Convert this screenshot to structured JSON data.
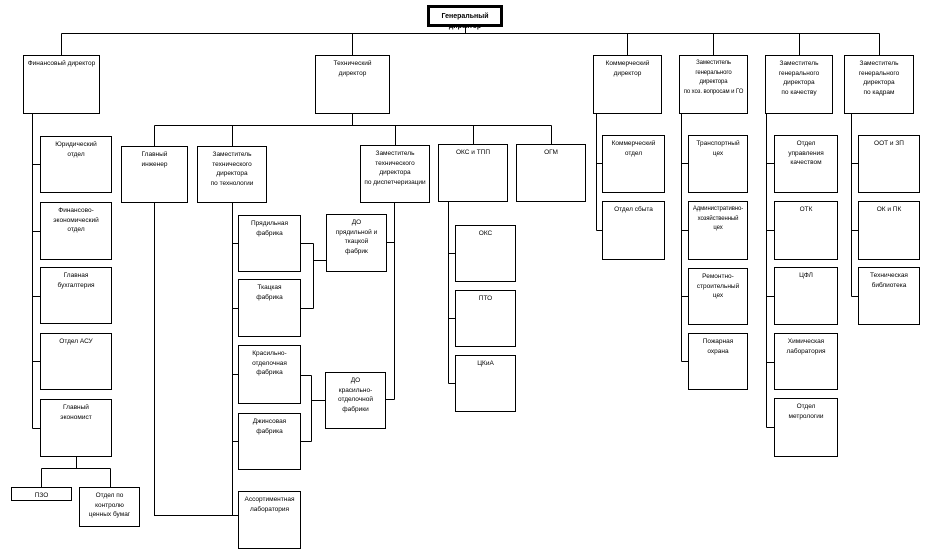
{
  "org": {
    "root": "Генеральный директор",
    "fin": {
      "head": "Финансовый директор",
      "units": [
        "Юридический\nотдел",
        "Финансово-\nэкономический\nотдел",
        "Главная\nбухгалтерия",
        "Отдел АСУ",
        "Главный\nэкономист"
      ],
      "economist_units": [
        "ПЗО",
        "Отдел по\nконтролю\nценных бумаг"
      ]
    },
    "tech": {
      "head": "Технический\nдиректор",
      "deputies": [
        "Главный\nинженер",
        "Заместитель\nтехнического\nдиректора\nпо технологии",
        "Заместитель\nтехнического\nдиректора\nпо диспетчеризации",
        "ОКС и ТПП",
        "ОГМ"
      ],
      "factories": [
        "Прядильная\nфабрика",
        "Ткацкая\nфабрика",
        "Красильно-\nотделочная\nфабрика",
        "Джинсовая\nфабрика",
        "Ассортиментная\nлаборатория"
      ],
      "do_units": [
        "ДО\nпрядильной и\nткацкой\nфабрик",
        "ДО\nкрасильно-\nотделочной\nфабрики"
      ],
      "oks_units": [
        "ОКС",
        "ПТО",
        "ЦКиА"
      ]
    },
    "comm": {
      "head": "Коммерческий\nдиректор",
      "units": [
        "Коммерческий отдел",
        "Отдел сбыта"
      ]
    },
    "hoz": {
      "head": "Заместитель\nгенерального\nдиректора\nпо хоз. вопросам и ГО",
      "units": [
        "Транспортный\nцех",
        "Административно-\nхозяйственный\nцех",
        "Ремонтно-\nстроительный\nцех",
        "Пожарная\nохрана"
      ]
    },
    "kach": {
      "head": "Заместитель\nгенерального\nдиректора\nпо качеству",
      "units": [
        "Отдел\nуправления\nкачеством",
        "ОТК",
        "ЦФЛ",
        "Химическая\nлаборатория",
        "Отдел\nметрологии"
      ]
    },
    "kadr": {
      "head": "Заместитель\nгенерального\nдиректора\nпо кадрам",
      "units": [
        "ООТ и ЗП",
        "ОК и ПК",
        "Техническая\nбиблиотека"
      ]
    }
  }
}
